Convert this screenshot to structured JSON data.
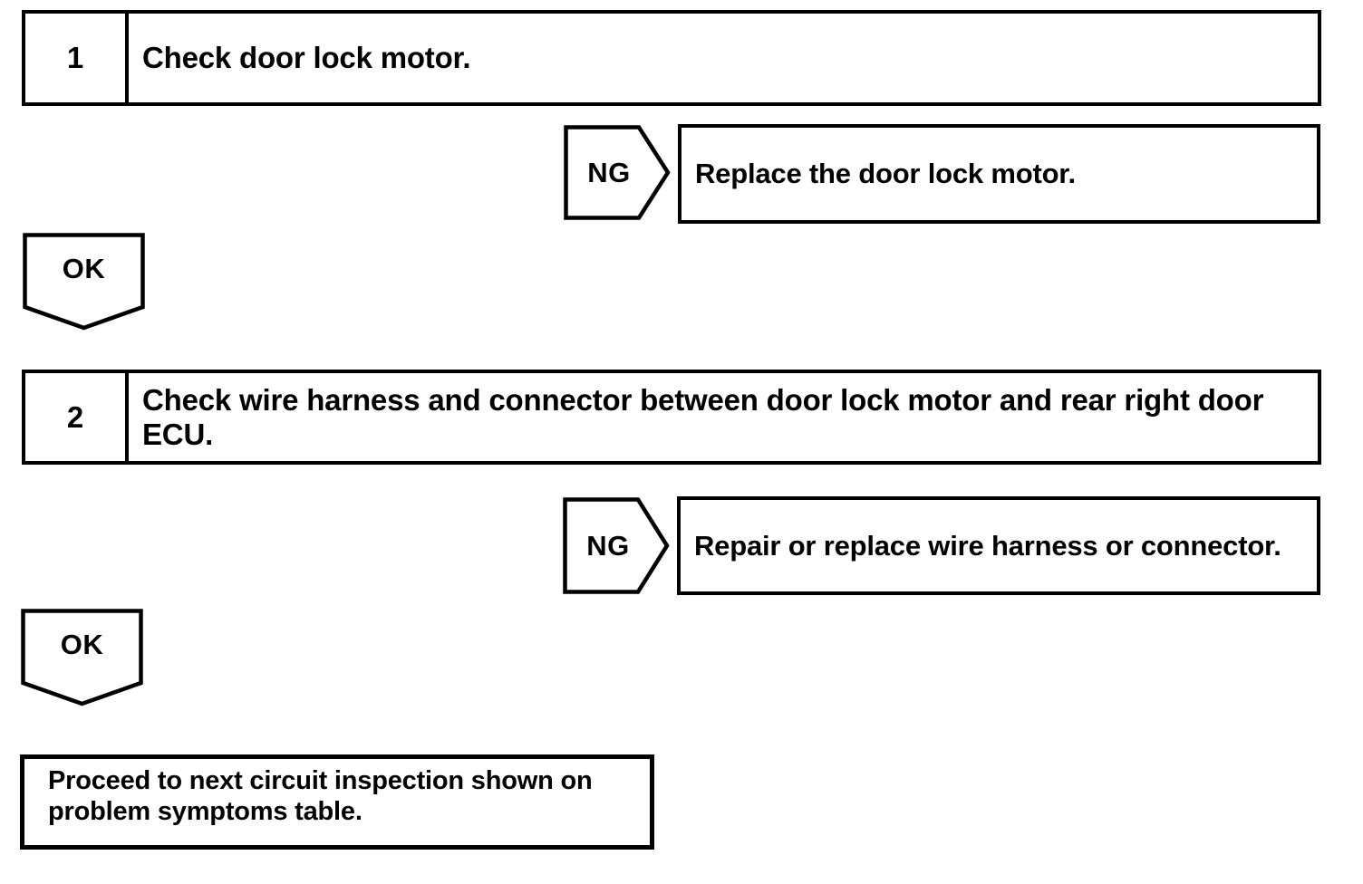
{
  "page": {
    "ink_color": "#000000",
    "paper_color": "#ffffff"
  },
  "flowchart": {
    "steps": [
      {
        "number": "1",
        "instruction": "Check door lock motor.",
        "ng_label": "NG",
        "ng_action": "Replace the door lock motor.",
        "ok_label": "OK"
      },
      {
        "number": "2",
        "instruction": "Check wire harness and connector between door lock motor and rear right door ECU.",
        "ng_label": "NG",
        "ng_action": "Repair or replace wire harness or connector.",
        "ok_label": "OK"
      }
    ],
    "terminal": "Proceed to next circuit inspection shown on problem symptoms table."
  }
}
